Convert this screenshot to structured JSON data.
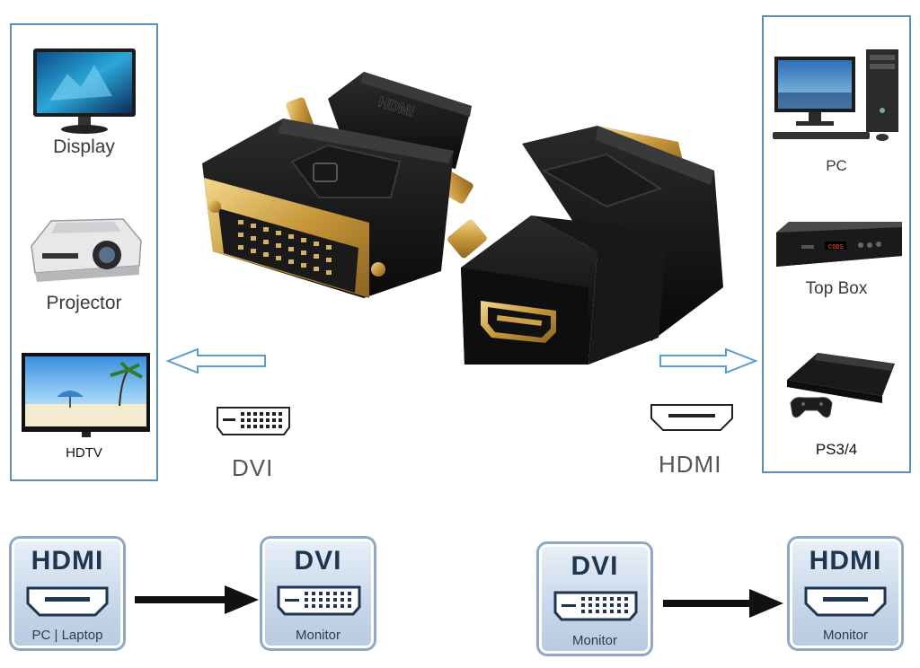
{
  "left_panel": {
    "devices": [
      {
        "label": "Display",
        "icon": "display-icon"
      },
      {
        "label": "Projector",
        "icon": "projector-icon"
      },
      {
        "label": "HDTV",
        "icon": "hdtv-icon"
      }
    ]
  },
  "right_panel": {
    "devices": [
      {
        "label": "PC",
        "icon": "pc-icon"
      },
      {
        "label": "Top Box",
        "icon": "top-box-icon"
      },
      {
        "label": "PS3/4",
        "icon": "ps-console-icon"
      }
    ]
  },
  "product": {
    "hdmi_text": "HDMI",
    "top_box_display": "CODS"
  },
  "ports": {
    "left": "DVI",
    "right": "HDMI"
  },
  "flow_left": {
    "from_title": "HDMI",
    "from_sub": "PC | Laptop",
    "to_title": "DVI",
    "to_sub": "Monitor"
  },
  "flow_right": {
    "from_title": "DVI",
    "from_sub": "Monitor",
    "to_title": "HDMI",
    "to_sub": "Monitor"
  },
  "colors": {
    "panel_border": "#5b8fb5",
    "arrow_outline": "#5b9bd5",
    "adapter_body": "#151515",
    "gold": "#d4a94c"
  }
}
